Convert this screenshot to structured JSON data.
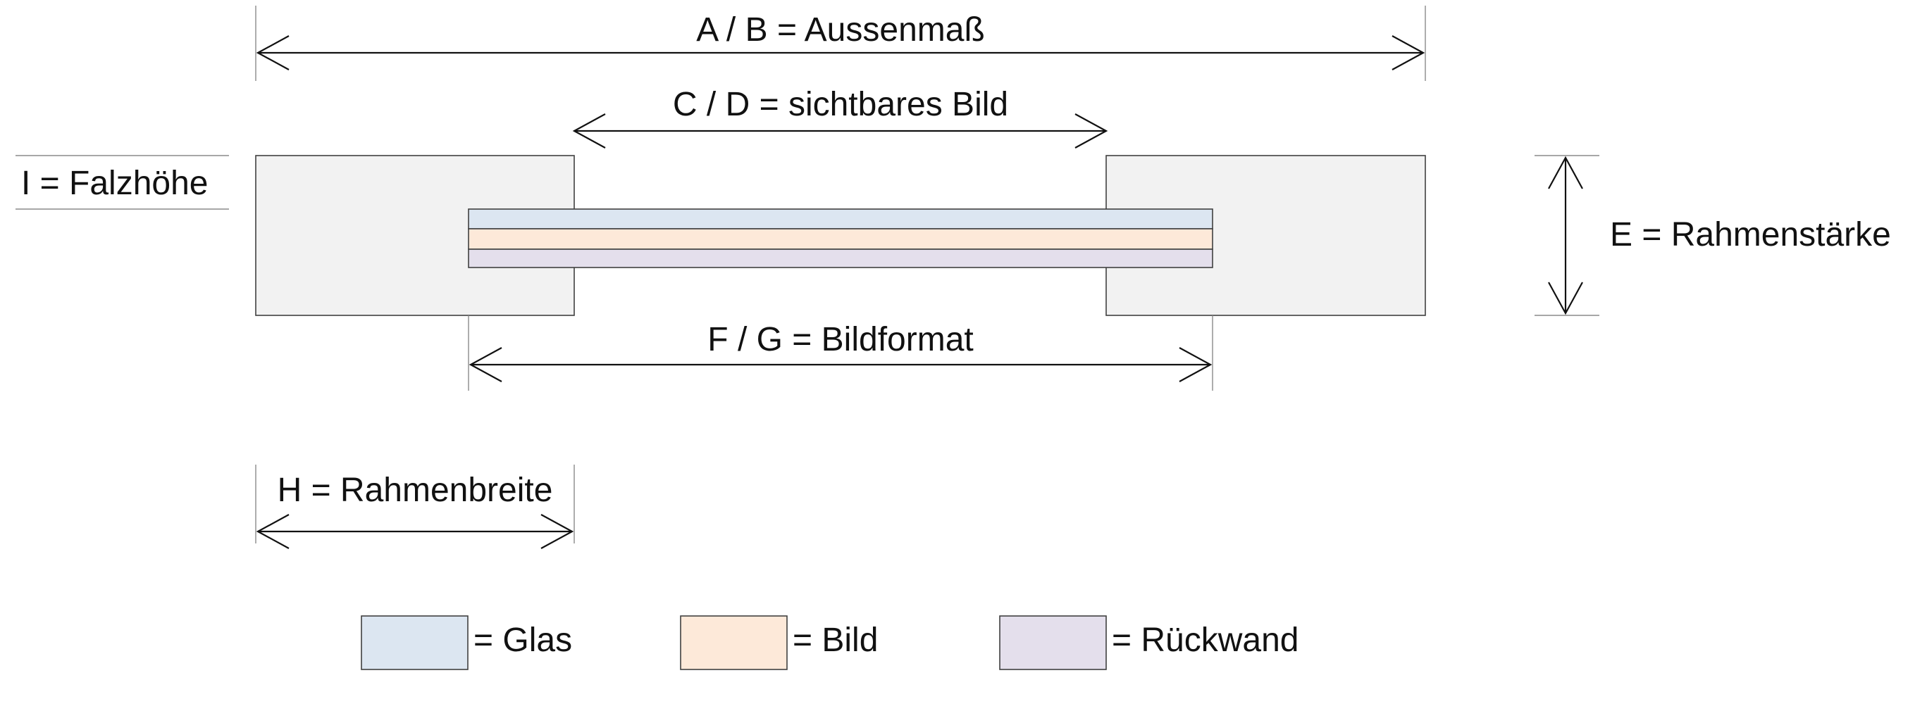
{
  "labels": {
    "aussenmass": "A / B = Aussenmaß",
    "sichtbares_bild": "C / D = sichtbares Bild",
    "falzhoehe": "I = Falzhöhe",
    "rahmenstaerke": "E = Rahmenstärke",
    "bildformat": "F / G = Bildformat",
    "rahmenbreite": "H = Rahmenbreite"
  },
  "legend": [
    {
      "label": "= Glas",
      "color": "#dce6f1"
    },
    {
      "label": "= Bild",
      "color": "#fde9d9"
    },
    {
      "label": "= Rückwand",
      "color": "#e4dfec"
    }
  ],
  "colors": {
    "frame": "#f2f2f2",
    "outline": "#404040",
    "glas": "#dce6f1",
    "bild": "#fde9d9",
    "rueckwand": "#e4dfec"
  }
}
